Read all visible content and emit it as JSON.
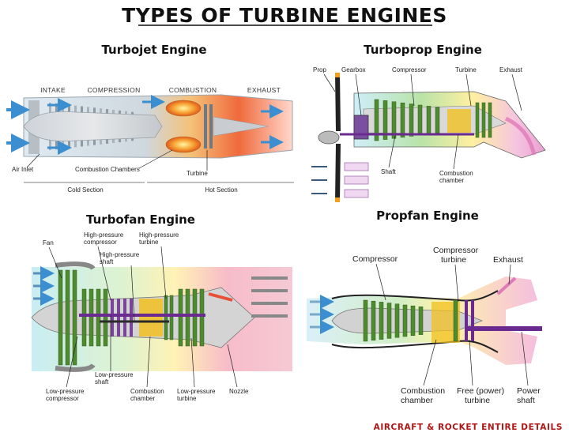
{
  "title": "TYPES OF TURBINE ENGINES",
  "turbojet": {
    "title": "Turbojet Engine",
    "sections": [
      "INTAKE",
      "COMPRESSION",
      "COMBUSTION",
      "EXHAUST"
    ],
    "labels": {
      "air_inlet": "Air Inlet",
      "combustion_chambers": "Combustion Chambers",
      "turbine": "Turbine",
      "cold_section": "Cold Section",
      "hot_section": "Hot Section"
    }
  },
  "turboprop": {
    "title": "Turboprop Engine",
    "labels": {
      "prop": "Prop",
      "gearbox": "Gearbox",
      "compressor": "Compressor",
      "turbine": "Turbine",
      "exhaust": "Exhaust",
      "shaft": "Shaft",
      "combustion_1": "Combustion",
      "combustion_2": "chamber"
    }
  },
  "turbofan": {
    "title": "Turbofan Engine",
    "labels": {
      "fan": "Fan",
      "hp_compressor_1": "High-pressure",
      "hp_compressor_2": "compressor",
      "hp_turbine_1": "High-pressure",
      "hp_turbine_2": "turbine",
      "hp_shaft_1": "High-pressure",
      "hp_shaft_2": "shaft",
      "lp_shaft_1": "Low-pressure",
      "lp_shaft_2": "shaft",
      "lp_compressor_1": "Low-pressure",
      "lp_compressor_2": "compressor",
      "combustion_1": "Combustion",
      "combustion_2": "chamber",
      "lp_turbine_1": "Low-pressure",
      "lp_turbine_2": "turbine",
      "nozzle": "Nozzle"
    }
  },
  "propfan": {
    "title": "Propfan Engine",
    "labels": {
      "compressor": "Compressor",
      "compressor_turbine_1": "Compressor",
      "compressor_turbine_2": "turbine",
      "exhaust": "Exhaust",
      "combustion_1": "Combustion",
      "combustion_2": "chamber",
      "free_turbine_1": "Free (power)",
      "free_turbine_2": "turbine",
      "power_shaft_1": "Power",
      "power_shaft_2": "shaft"
    }
  },
  "brand": "AIRCRAFT & ROCKET ENTIRE DETAILS",
  "colors": {
    "cold_air": "#5aaee0",
    "hot_exhaust": "#e8503a",
    "compressor": "#4e8a2e",
    "combustion": "#f0c020",
    "shaft": "#6a2a90",
    "brand": "#b01616"
  }
}
